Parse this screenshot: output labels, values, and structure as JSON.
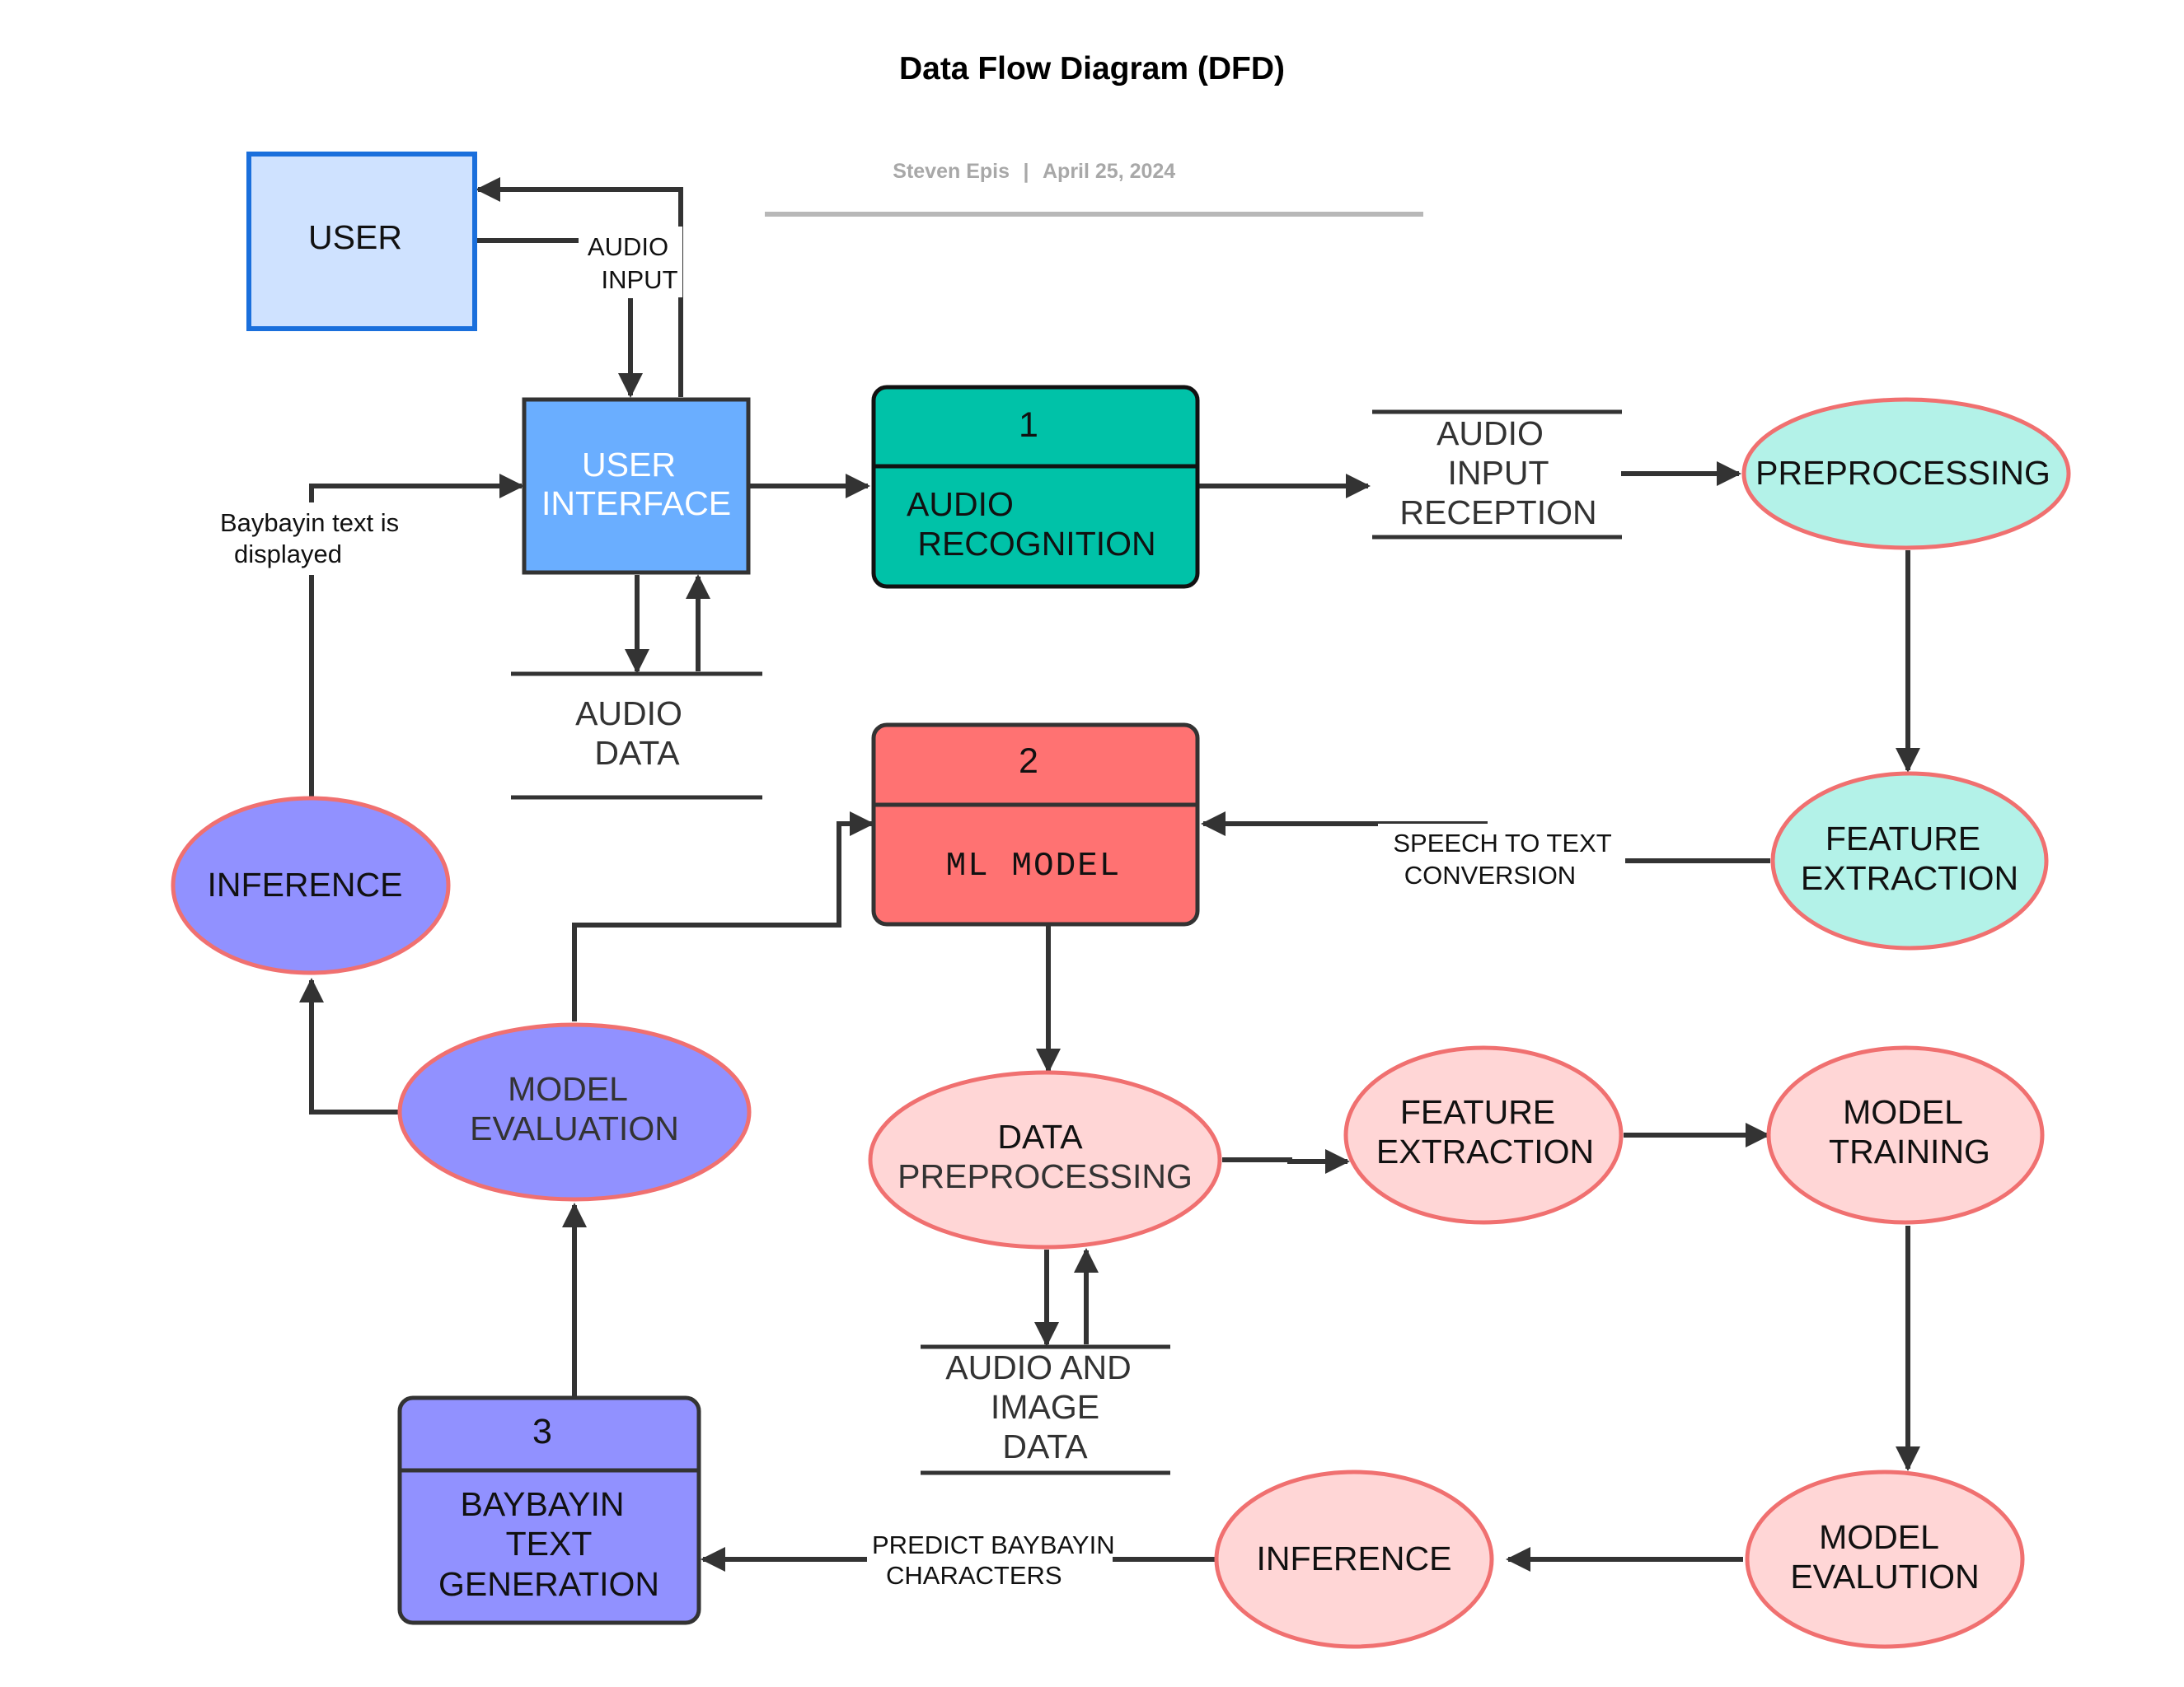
{
  "title": "Data Flow Diagram (DFD)",
  "meta": {
    "author": "Steven Epis",
    "separator": "|",
    "date": "April 25, 2024"
  },
  "colors": {
    "user_fill": "#cfe2ff",
    "user_stroke": "#1a6fdc",
    "ui_fill": "#6aaeff",
    "process1_fill": "#00c2a8",
    "process2_fill": "#ff7272",
    "process3_fill": "#9191ff",
    "teal_ellipse": "#b3f2e8",
    "pink_ellipse": "#ffd6d6",
    "purple_ellipse": "#9191ff",
    "ellipse_stroke": "#f07070",
    "line": "#333333"
  },
  "entity": {
    "user": "USER"
  },
  "ui": {
    "line1": "USER",
    "line2": "INTERFACE"
  },
  "process1": {
    "number": "1",
    "line1": "AUDIO",
    "line2": "RECOGNITION"
  },
  "process2": {
    "number": "2",
    "label": "ML MODEL"
  },
  "process3": {
    "number": "3",
    "line1": "BAYBAYIN",
    "line2": "TEXT",
    "line3": "GENERATION"
  },
  "stores": {
    "audio_input_reception": [
      "AUDIO",
      "INPUT",
      "RECEPTION"
    ],
    "audio_data": [
      "AUDIO",
      "DATA"
    ],
    "audio_image_data": [
      "AUDIO AND",
      "IMAGE",
      "DATA"
    ]
  },
  "ellipses": {
    "preprocessing": "PREPROCESSING",
    "feature_extraction_top": [
      "FEATURE",
      "EXTRACTION"
    ],
    "data_preprocessing": [
      "DATA",
      "PREPROCESSING"
    ],
    "feature_extraction_mid": [
      "FEATURE",
      "EXTRACTION"
    ],
    "model_training": [
      "MODEL",
      "TRAINING"
    ],
    "model_evalution": [
      "MODEL",
      "EVALUTION"
    ],
    "inference_bottom": "INFERENCE",
    "model_evaluation": [
      "MODEL",
      "EVALUATION"
    ],
    "inference_left": "INFERENCE"
  },
  "edge_labels": {
    "audio_input": [
      "AUDIO",
      "INPUT"
    ],
    "baybayin_displayed": [
      "Baybayin text is",
      "displayed"
    ],
    "speech_to_text": [
      "SPEECH TO TEXT",
      "CONVERSION"
    ],
    "predict_baybayin": [
      "PREDICT BAYBAYIN",
      "CHARACTERS"
    ]
  }
}
